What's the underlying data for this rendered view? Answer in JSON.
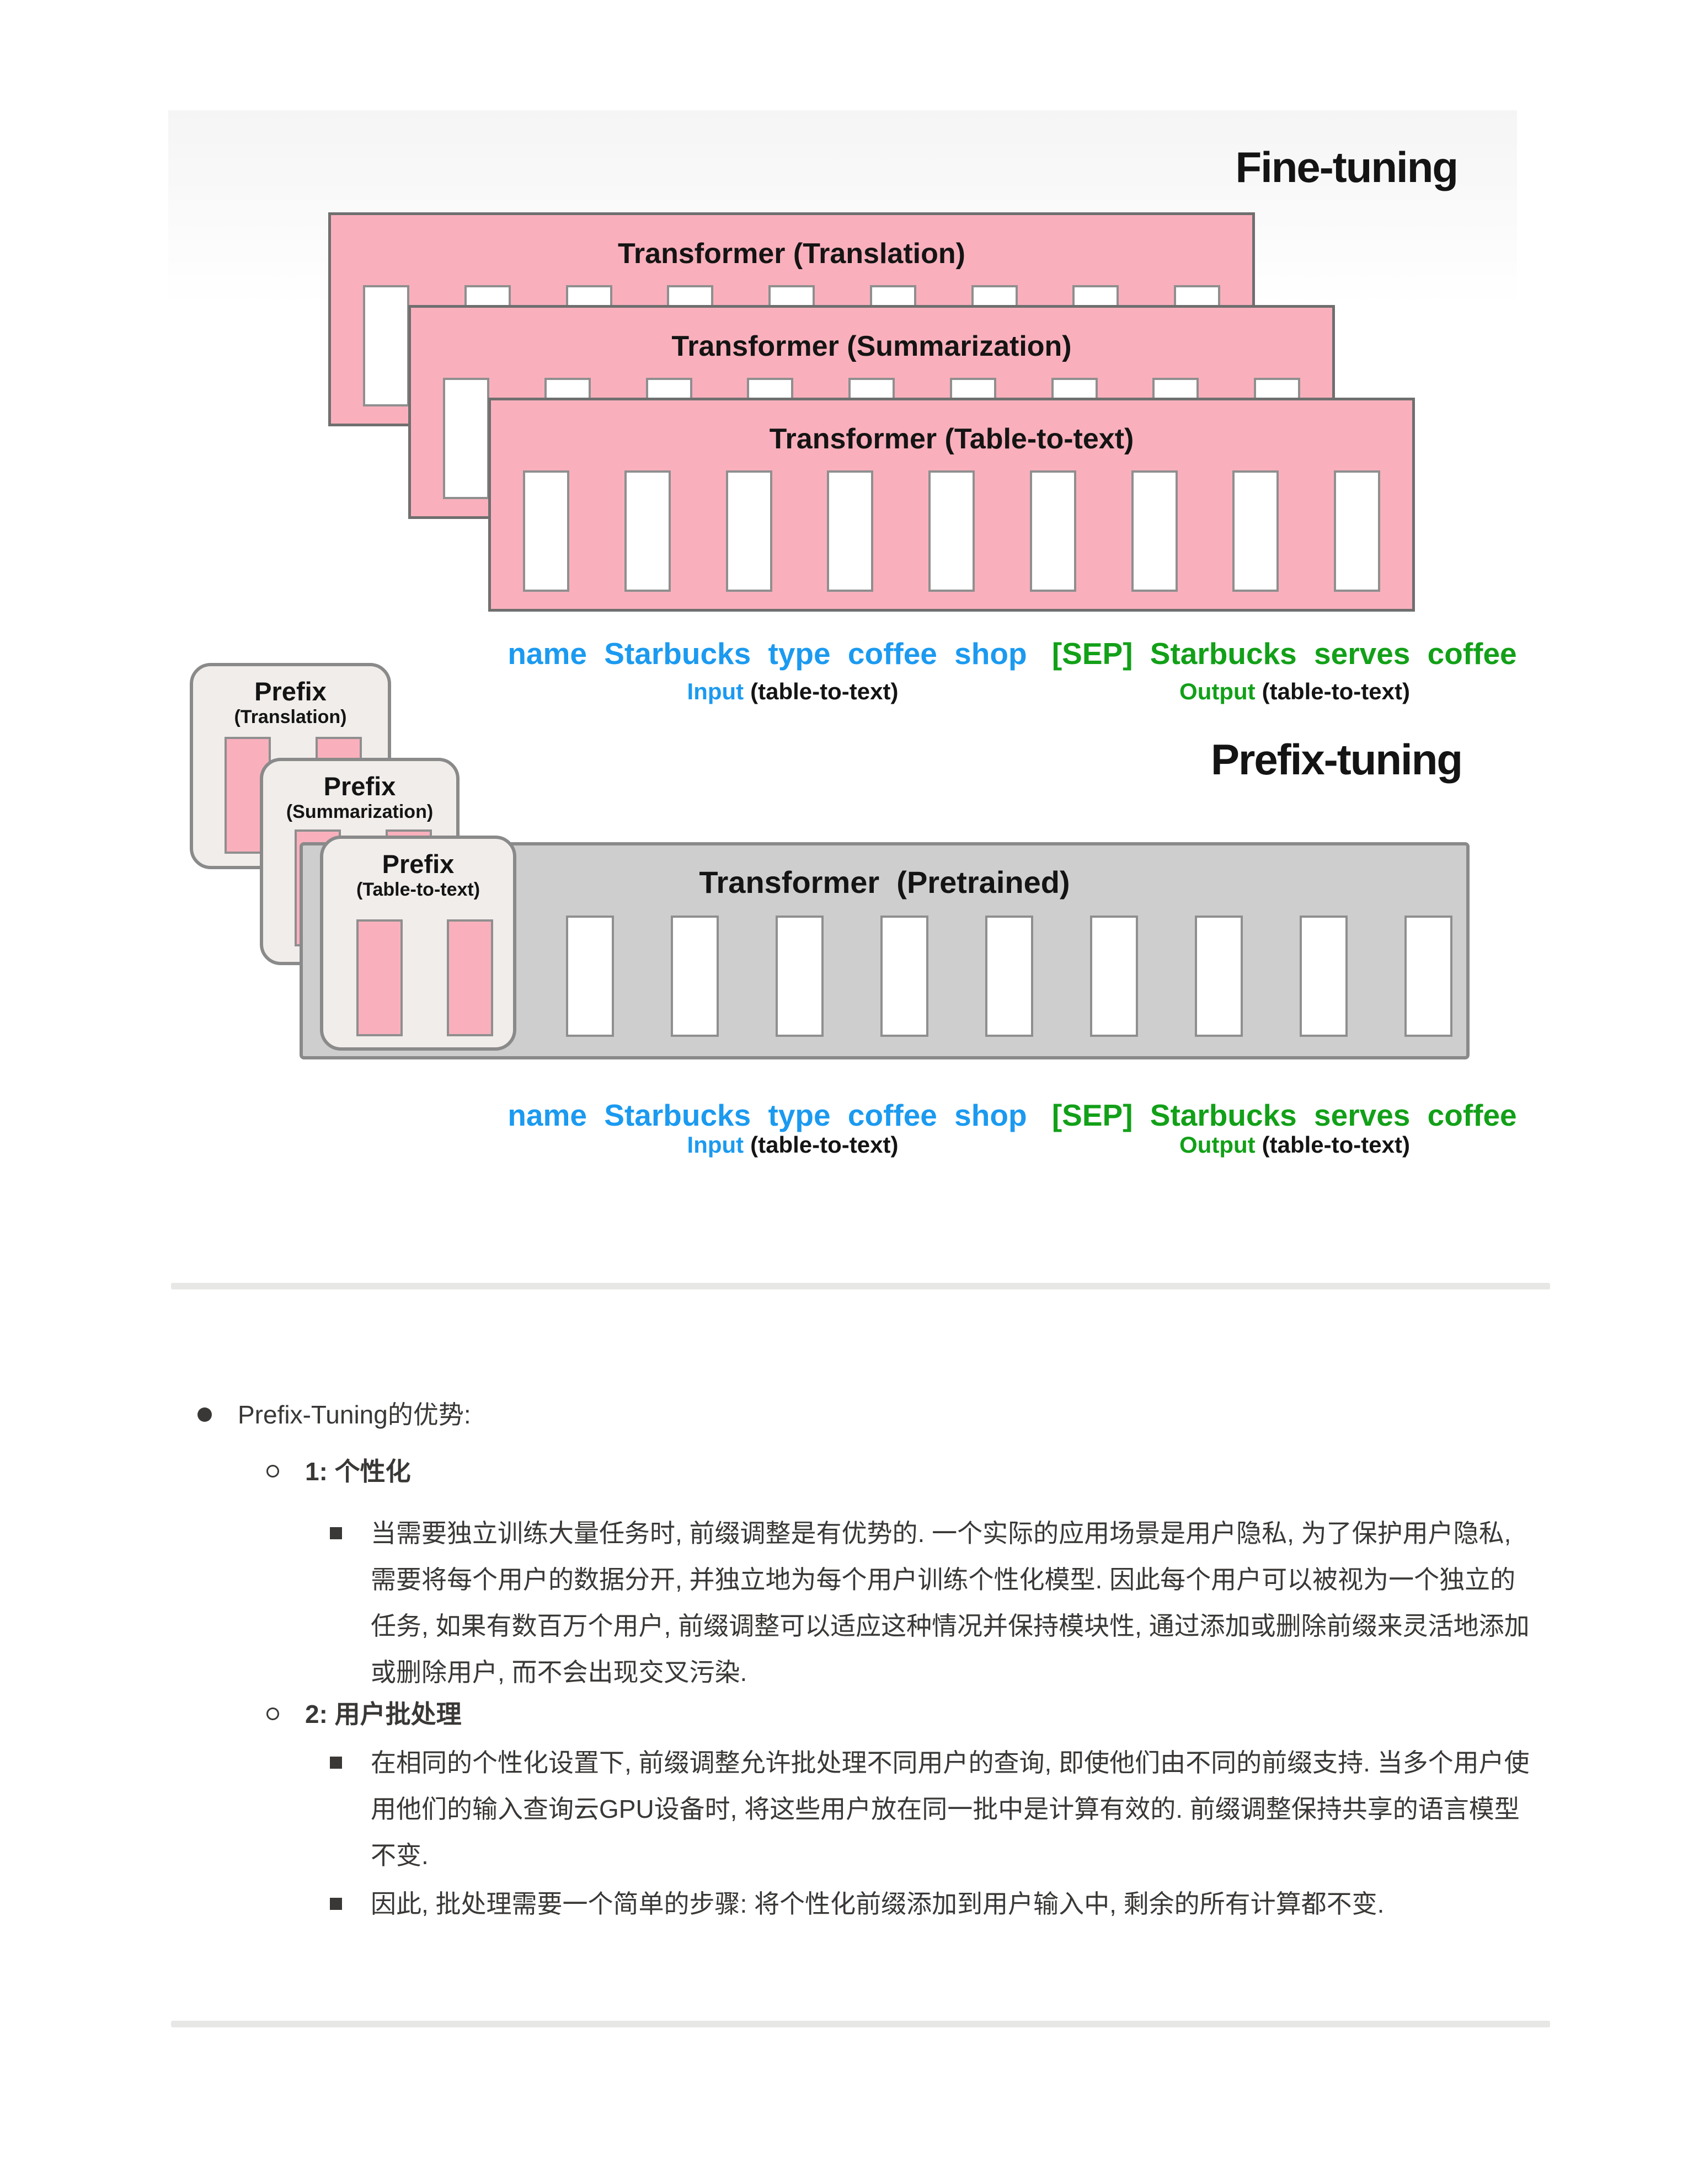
{
  "figure": {
    "fine_tuning": {
      "title": "Fine-tuning",
      "transformers": [
        {
          "label": "Transformer (Translation)"
        },
        {
          "label": "Transformer (Summarization)"
        },
        {
          "label": "Transformer (Table-to-text)"
        }
      ]
    },
    "prefix_tuning": {
      "title": "Prefix-tuning",
      "prefixes": [
        {
          "label": "Prefix",
          "task": "(Translation)"
        },
        {
          "label": "Prefix",
          "task": "(Summarization)"
        },
        {
          "label": "Prefix",
          "task": "(Table-to-text)"
        }
      ],
      "transformer_label": "Transformer  (Pretrained)"
    },
    "token_row": {
      "input_tokens": "name Starbucks type coffee shop",
      "output_tokens": "[SEP] Starbucks serves coffee",
      "input_label": "Input",
      "input_note": "(table-to-text)",
      "output_label": "Output",
      "output_note": "(table-to-text)"
    },
    "colors": {
      "transformer_pink": "#f9b0bc",
      "prefix_box_fill": "#f1edeb",
      "pretrained_gray": "#cecece",
      "box_border_gray": "#8a8a8a",
      "input_blue": "#1b9af0",
      "output_green": "#12a018"
    }
  },
  "notes": {
    "heading": "Prefix-Tuning的优势:",
    "advantage1": {
      "title": "1: 个性化",
      "body": "当需要独立训练大量任务时, 前缀调整是有优势的. 一个实际的应用场景是用户隐私, 为了保护用户隐私, 需要将每个用户的数据分开, 并独立地为每个用户训练个性化模型. 因此每个用户可以被视为一个独立的任务, 如果有数百万个用户, 前缀调整可以适应这种情况并保持模块性, 通过添加或删除前缀来灵活地添加或删除用户, 而不会出现交叉污染."
    },
    "advantage2": {
      "title": "2: 用户批处理",
      "body1": "在相同的个性化设置下, 前缀调整允许批处理不同用户的查询, 即使他们由不同的前缀支持. 当多个用户使用他们的输入查询云GPU设备时, 将这些用户放在同一批中是计算有效的. 前缀调整保持共享的语言模型不变.",
      "body2": "因此, 批处理需要一个简单的步骤: 将个性化前缀添加到用户输入中, 剩余的所有计算都不变."
    }
  }
}
